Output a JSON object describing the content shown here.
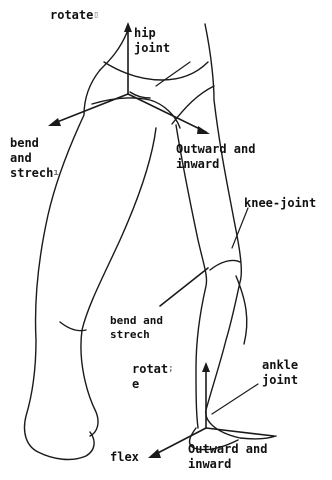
{
  "figure": {
    "labels": {
      "rotate_top": "rotate",
      "hip_joint": [
        "hip",
        "joint"
      ],
      "bend_strech_hip": [
        "bend",
        "and",
        "strech"
      ],
      "outward_inward_hip": [
        "Outward and",
        "inward"
      ],
      "knee_joint": "knee-joint",
      "bend_strech_knee": [
        "bend and",
        "strech"
      ],
      "rotate_ankle": [
        "rotat",
        "e"
      ],
      "ankle_joint": [
        "ankle",
        "joint"
      ],
      "flex": "flex",
      "outward_inward_ankle": [
        "Outward and",
        "inward"
      ]
    },
    "colors": {
      "stroke": "#1a1a1a",
      "text": "#111111",
      "background": "#ffffff"
    }
  }
}
